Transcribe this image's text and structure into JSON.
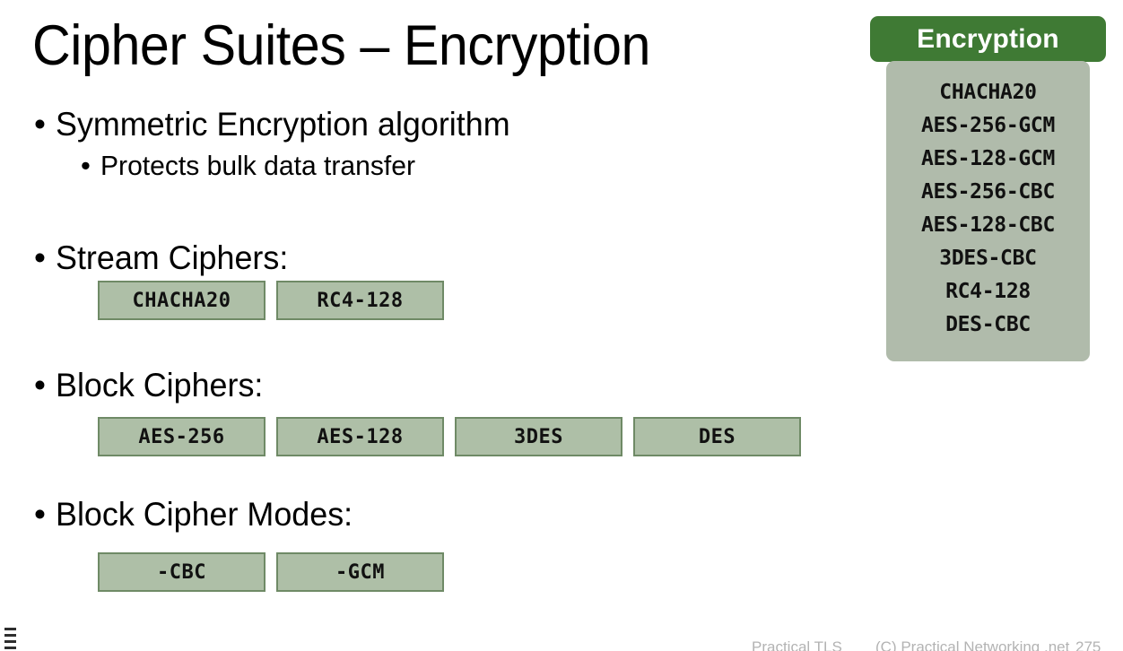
{
  "slide": {
    "title": "Cipher Suites – Encryption",
    "bullets": [
      {
        "level": 1,
        "marker": "•",
        "text": "Symmetric Encryption algorithm"
      },
      {
        "level": 2,
        "marker": "•",
        "text": "Protects bulk data transfer"
      },
      {
        "level": 1,
        "marker": "•",
        "text": "Stream Ciphers:"
      },
      {
        "level": 1,
        "marker": "•",
        "text": "Block Ciphers:"
      },
      {
        "level": 1,
        "marker": "•",
        "text": "Block Cipher Modes:"
      }
    ],
    "stream_ciphers": [
      "CHACHA20",
      "RC4-128"
    ],
    "block_ciphers": [
      "AES-256",
      "AES-128",
      "3DES",
      "DES"
    ],
    "block_cipher_modes": [
      "-CBC",
      "-GCM"
    ]
  },
  "sidebar": {
    "header": "Encryption",
    "items": [
      "CHACHA20",
      "AES-256-GCM",
      "AES-128-GCM",
      "AES-256-CBC",
      "AES-128-CBC",
      "3DES-CBC",
      "RC4-128",
      "DES-CBC"
    ]
  },
  "footer": {
    "course": "Practical TLS",
    "copyright": "(C) Practical Networking .net",
    "page": "275"
  },
  "colors": {
    "sidebar_header_green": "#3f7a34",
    "sidebar_body_sage": "#b0bbab",
    "chip_fill": "#aebfa7",
    "chip_border": "#6f8a66",
    "footer_gray": "#b3b3b3",
    "text_black": "#000000"
  }
}
